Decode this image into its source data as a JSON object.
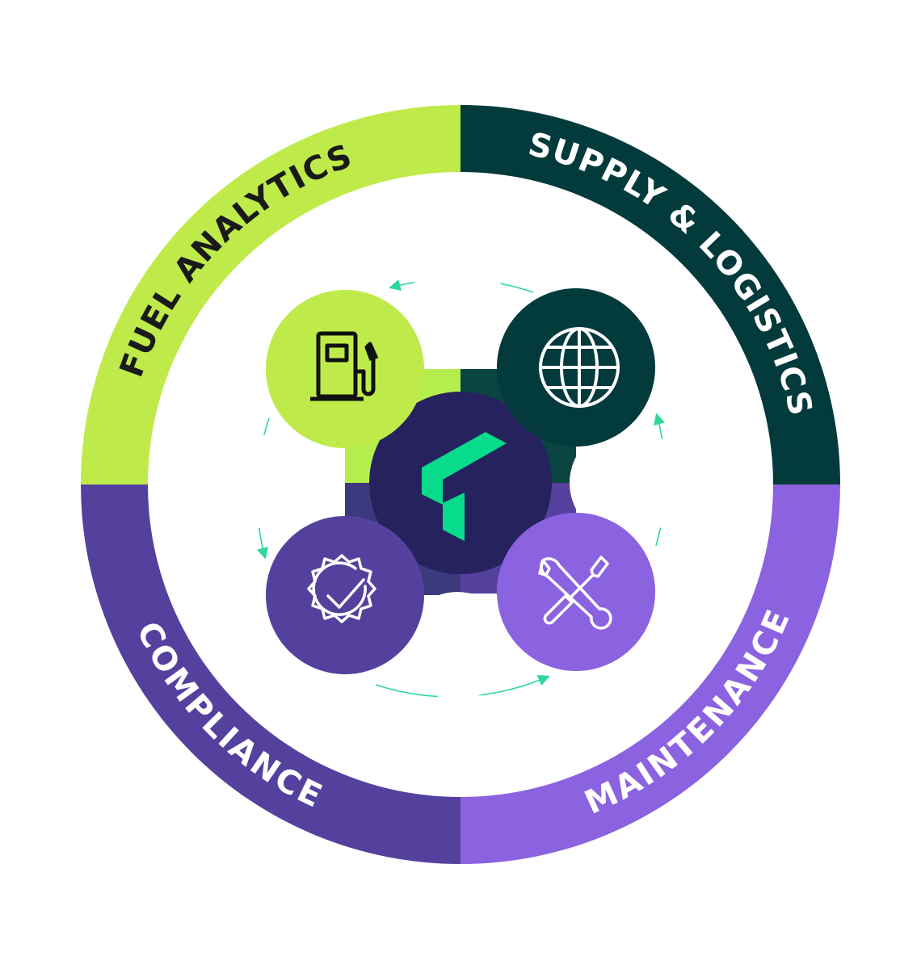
{
  "segments": [
    {
      "label": "FUEL ANALYTICS",
      "color": "#BEEB4A",
      "text_color": "#1A1A1A",
      "icon": "fuel-pump-icon"
    },
    {
      "label": "SUPPLY & LOGISTICS",
      "color": "#033A3C",
      "text_color": "#FFFFFF",
      "icon": "globe-icon"
    },
    {
      "label": "MAINTENANCE",
      "color": "#8B62E0",
      "text_color": "#FFFFFF",
      "icon": "wrench-screwdriver-icon"
    },
    {
      "label": "COMPLIANCE",
      "color": "#54419E",
      "text_color": "#FFFFFF",
      "icon": "badge-check-icon"
    }
  ],
  "center": {
    "color": "#26225E",
    "logo_color": "#08DC8C",
    "icon": "brand-logo-icon"
  },
  "arrow_color": "#2ED898"
}
